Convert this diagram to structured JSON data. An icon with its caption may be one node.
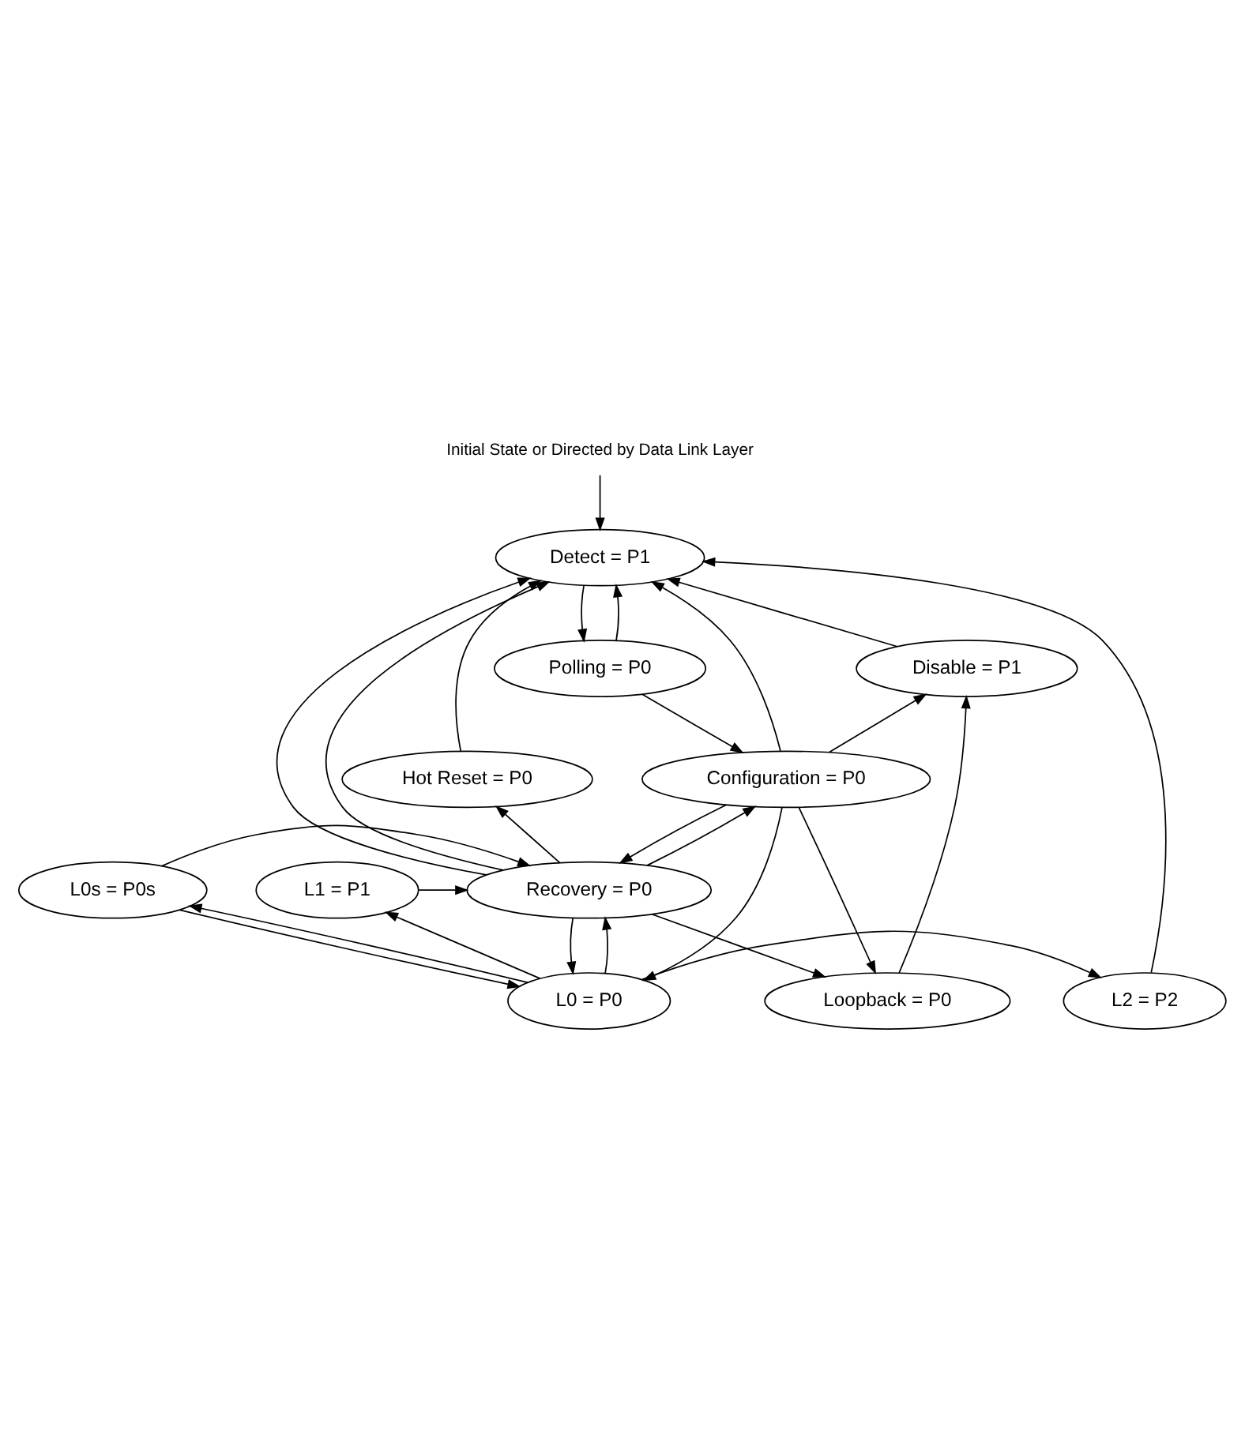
{
  "diagram": {
    "nodes": [
      {
        "text": [
          "Initial State or Directed by Data Link Layer"
        ]
      },
      {
        "text": [
          "Detect = P1"
        ]
      },
      {
        "text": [
          "Polling = P0"
        ]
      },
      {
        "text": [
          "Disable = P1"
        ]
      },
      {
        "text": [
          "Configuration = P0"
        ]
      },
      {
        "text": [
          "Hot Reset = P0"
        ]
      },
      {
        "text": [
          "L0 = P0"
        ]
      },
      {
        "text": [
          "L2 = P2"
        ]
      },
      {
        "text": [
          "Loopback = P0"
        ]
      },
      {
        "text": [
          "L0s = P0s"
        ]
      },
      {
        "text": [
          "Recovery = P0"
        ]
      },
      {
        "text": [
          "L1 = P1"
        ]
      }
    ],
    "edges": [
      {
        "from": 0,
        "to": 1,
        "arrow": "to"
      },
      {
        "from": 1,
        "to": 2,
        "arrow": "to"
      },
      {
        "from": 2,
        "to": 1,
        "arrow": "to"
      },
      {
        "from": 2,
        "to": 4,
        "arrow": "to"
      },
      {
        "from": 4,
        "to": 1,
        "arrow": "to"
      },
      {
        "from": 7,
        "to": 1,
        "arrow": "to"
      },
      {
        "from": 3,
        "to": 1,
        "arrow": "to"
      },
      {
        "from": 5,
        "to": 1,
        "arrow": "to"
      },
      {
        "from": 10,
        "to": 1,
        "arrow": "to"
      },
      {
        "from": 10,
        "to": 1,
        "arrow": "to"
      },
      {
        "from": 4,
        "to": 3,
        "arrow": "to"
      },
      {
        "from": 4,
        "to": 6,
        "arrow": "to"
      },
      {
        "from": 4,
        "to": 8,
        "arrow": "to"
      },
      {
        "from": 4,
        "to": 10,
        "arrow": "to"
      },
      {
        "from": 10,
        "to": 4,
        "arrow": "to"
      },
      {
        "from": 6,
        "to": 7,
        "arrow": "to"
      },
      {
        "from": 6,
        "to": 11,
        "arrow": "to"
      },
      {
        "from": 6,
        "to": 9,
        "arrow": "to"
      },
      {
        "from": 9,
        "to": 6,
        "arrow": "to"
      },
      {
        "from": 6,
        "to": 10,
        "arrow": "to"
      },
      {
        "from": 10,
        "to": 6,
        "arrow": "to"
      },
      {
        "from": 9,
        "to": 10,
        "arrow": "to"
      },
      {
        "from": 11,
        "to": 10,
        "arrow": "to"
      },
      {
        "from": 10,
        "to": 8,
        "arrow": "to"
      },
      {
        "from": 8,
        "to": 3,
        "arrow": "to"
      },
      {
        "from": 10,
        "to": 5,
        "arrow": "to"
      }
    ]
  }
}
